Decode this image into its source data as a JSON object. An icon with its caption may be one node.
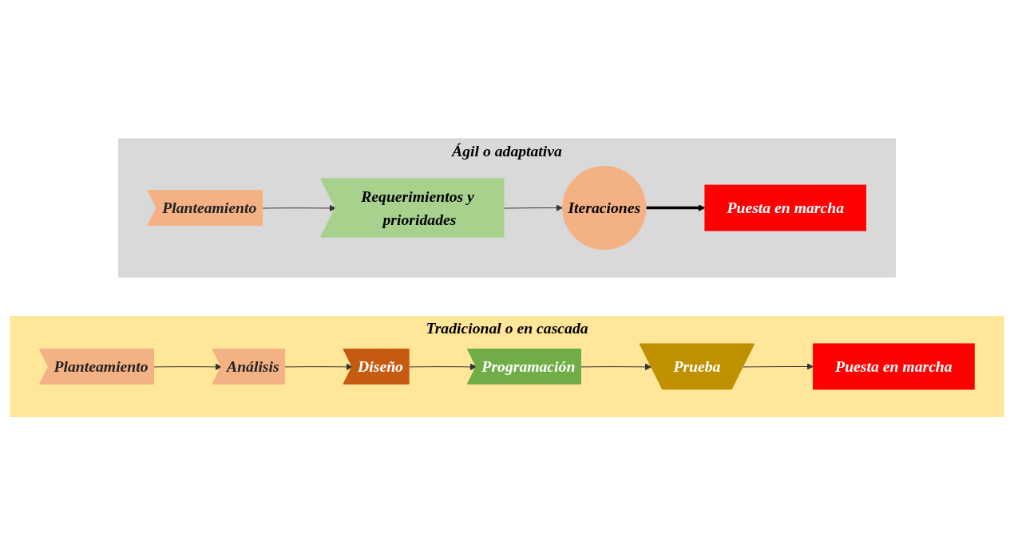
{
  "diagram": {
    "nodes": [
      {
        "text": [
          "Tradicional o en cascada"
        ]
      },
      {
        "text": [
          "Planteamiento"
        ],
        "in": 0
      },
      {
        "text": [
          "Análisis"
        ],
        "in": 0
      },
      {
        "text": [
          "Diseño"
        ],
        "in": 0
      },
      {
        "text": [
          "Programación"
        ],
        "in": 0
      },
      {
        "text": [
          "Prueba"
        ],
        "in": 0
      },
      {
        "text": [
          "Puesta en marcha"
        ],
        "in": 0
      },
      {
        "text": [
          "Ágil o adaptativa"
        ]
      },
      {
        "text": [
          "Planteamiento"
        ],
        "in": 7
      },
      {
        "text": [
          "Requerimientos y prioridades"
        ],
        "in": 7
      },
      {
        "text": [
          "Iteraciones"
        ],
        "in": 7
      },
      {
        "text": [
          "Puesta en marcha"
        ],
        "in": 7
      }
    ],
    "edges": [
      {
        "from": 1,
        "to": 2,
        "arrow": "to"
      },
      {
        "from": 2,
        "to": 3,
        "arrow": "to"
      },
      {
        "from": 3,
        "to": 4,
        "arrow": "to"
      },
      {
        "from": 4,
        "to": 5,
        "arrow": "to"
      },
      {
        "from": 5,
        "to": 6,
        "arrow": "to"
      },
      {
        "from": 8,
        "to": 9,
        "arrow": "to"
      },
      {
        "from": 9,
        "to": 10,
        "arrow": "to"
      },
      {
        "from": 10,
        "to": 11,
        "arrow": "to",
        "style": "thick",
        "color": "#000000"
      }
    ]
  }
}
